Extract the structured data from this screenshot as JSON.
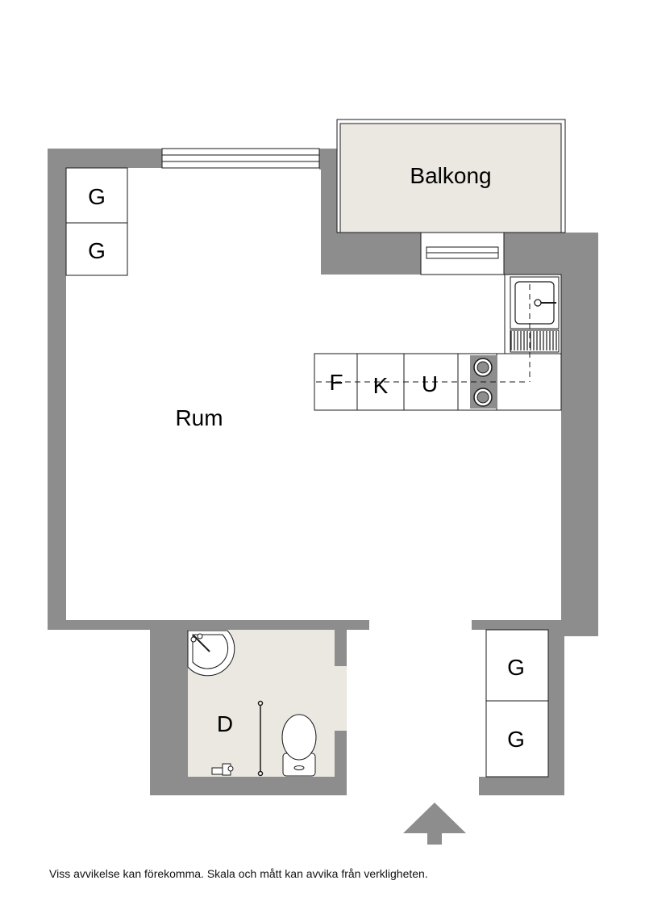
{
  "plan": {
    "colors": {
      "wall": "#8d8d8e",
      "floor": "#ffffff",
      "wet_floor": "#ebe7e1",
      "line": "#1a1a1a"
    },
    "rooms": {
      "balcony": "Balkong",
      "main_room": "Rum",
      "bathroom": "D"
    },
    "kitchen": {
      "fridge": "F",
      "freezer": "K",
      "oven": "U"
    },
    "storage": {
      "wardrobe_1": "G",
      "wardrobe_2": "G",
      "wardrobe_3": "G",
      "wardrobe_4": "G"
    },
    "entrance_icon": "entrance-arrow-icon"
  },
  "footer": {
    "disclaimer": "Viss avvikelse kan förekomma. Skala och mått kan avvika från verkligheten."
  }
}
